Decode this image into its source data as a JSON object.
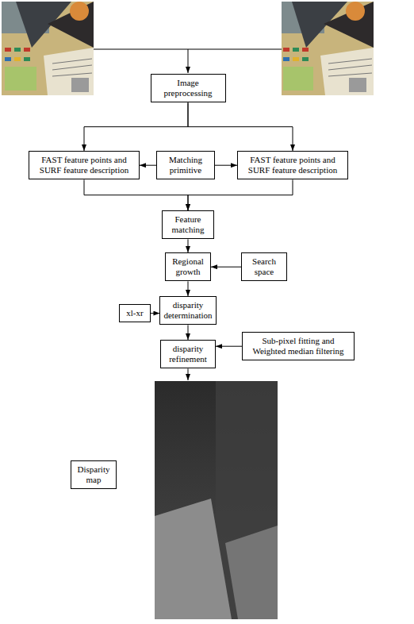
{
  "diagram": {
    "nodes": [
      {
        "text": [
          "Image preprocessing"
        ]
      },
      {
        "text": [
          "FAST feature points and SURF feature description"
        ]
      },
      {
        "text": [
          "Matching primitive"
        ]
      },
      {
        "text": [
          "FAST feature points and SURF feature description"
        ]
      },
      {
        "text": [
          "Feature matching"
        ]
      },
      {
        "text": [
          "Regional growth"
        ]
      },
      {
        "text": [
          "Search space"
        ]
      },
      {
        "text": [
          "xl-xr"
        ]
      },
      {
        "text": [
          "disparity determination"
        ]
      },
      {
        "text": [
          "disparity refinement"
        ]
      },
      {
        "text": [
          "Sub-pixel fitting and Weighted median filtering"
        ]
      },
      {
        "text": [
          "Disparity map"
        ]
      }
    ],
    "edges": [
      {
        "from": 0,
        "to": 1,
        "arrow": "to"
      },
      {
        "from": 0,
        "to": 3,
        "arrow": "to"
      },
      {
        "from": 2,
        "to": 1,
        "arrow": "to"
      },
      {
        "from": 2,
        "to": 3,
        "arrow": "to"
      },
      {
        "from": 1,
        "to": 4,
        "arrow": "to"
      },
      {
        "from": 3,
        "to": 4,
        "arrow": "to"
      },
      {
        "from": 4,
        "to": 5,
        "arrow": "to"
      },
      {
        "from": 6,
        "to": 5,
        "arrow": "to"
      },
      {
        "from": 5,
        "to": 8,
        "arrow": "to"
      },
      {
        "from": 7,
        "to": 8,
        "arrow": "to"
      },
      {
        "from": 8,
        "to": 9,
        "arrow": "to"
      },
      {
        "from": 10,
        "to": 9,
        "arrow": "to"
      }
    ]
  }
}
